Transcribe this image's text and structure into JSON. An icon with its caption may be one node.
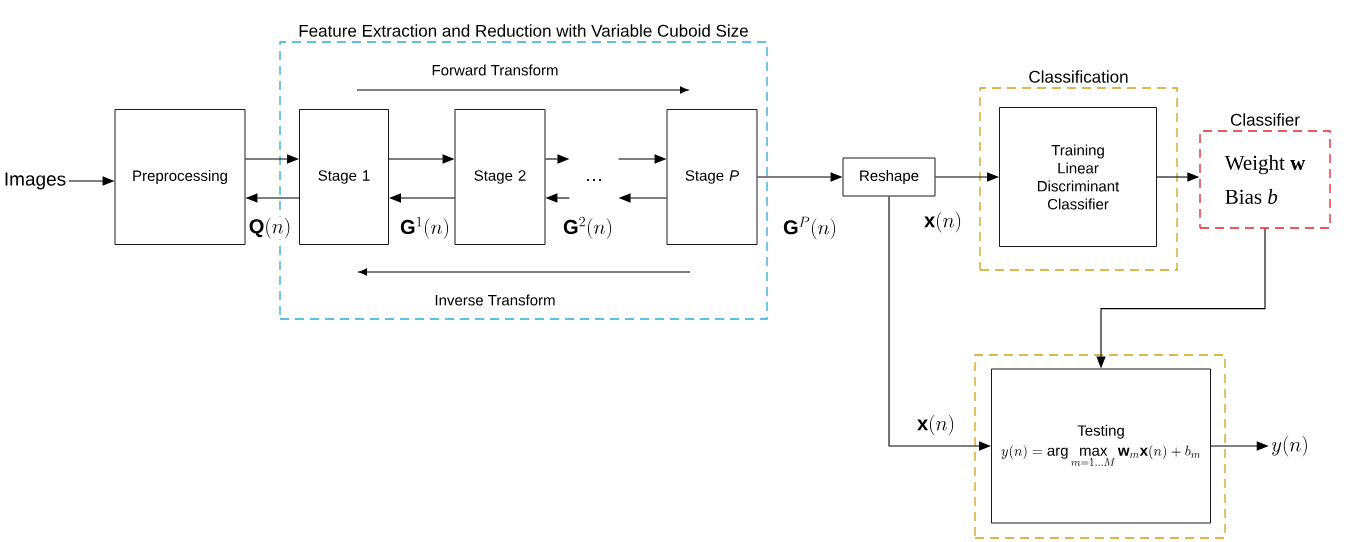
{
  "diagram": {
    "nodes": [
      {
        "text": [
          "Images"
        ]
      },
      {
        "text": [
          "Feature Extraction and Reduction with Variable Cuboid Size"
        ]
      },
      {
        "text": [
          "Preprocessing"
        ]
      },
      {
        "text": [
          "Stage 1"
        ],
        "in": 1
      },
      {
        "text": [
          "Stage 2"
        ],
        "in": 1
      },
      {
        "text": [
          "…"
        ],
        "in": 1
      },
      {
        "text": [
          "Stage *P*"
        ],
        "in": 1
      },
      {
        "text": [
          "Reshape"
        ]
      },
      {
        "text": [
          "Classification"
        ]
      },
      {
        "text": [
          "Training Linear Discriminant Classifier"
        ],
        "in": 8
      },
      {
        "text": [
          "Classifier",
          "Weight **w**",
          "Bias *b*"
        ]
      },
      {
        "text": [],
        "shape": "box"
      },
      {
        "text": [
          "Testing",
          "y(n) = \\arg\\max_{m=1\\ldots M} \\mathbf{w}_m \\mathbf{x}(n) + b_m"
        ],
        "in": 11
      },
      {
        "text": [
          "y(n)"
        ]
      }
    ],
    "edges": [
      {
        "from": 0,
        "to": 2,
        "arrow": "to"
      },
      {
        "from": 2,
        "to": 3,
        "arrow": "to"
      },
      {
        "from": 3,
        "to": 2,
        "arrow": "to",
        "label": "\\mathbf{Q}(n)"
      },
      {
        "from": 3,
        "to": 4,
        "arrow": "to"
      },
      {
        "from": 4,
        "to": 3,
        "arrow": "to",
        "label": "\\mathbf{G}^{1}(n)"
      },
      {
        "from": 4,
        "to": 5,
        "arrow": "to"
      },
      {
        "from": 5,
        "to": 4,
        "arrow": "to",
        "label": "\\mathbf{G}^{2}(n)"
      },
      {
        "from": 5,
        "to": 6,
        "arrow": "to"
      },
      {
        "from": 6,
        "to": 5,
        "arrow": "to"
      },
      {
        "from": 6,
        "to": 7,
        "arrow": "to",
        "label": "\\mathbf{G}^{P}(n)"
      },
      {
        "from": 7,
        "to": 9,
        "arrow": "to",
        "label": "\\mathbf{x}(n)"
      },
      {
        "from": 9,
        "to": 10,
        "arrow": "to"
      },
      {
        "from": 10,
        "to": 12,
        "arrow": "to"
      },
      {
        "from": 7,
        "to": 12,
        "arrow": "to",
        "label": "\\mathbf{x}(n)"
      },
      {
        "from": 12,
        "to": 13,
        "arrow": "to"
      }
    ],
    "labels": [
      "Forward Transform",
      "Inverse Transform"
    ]
  }
}
